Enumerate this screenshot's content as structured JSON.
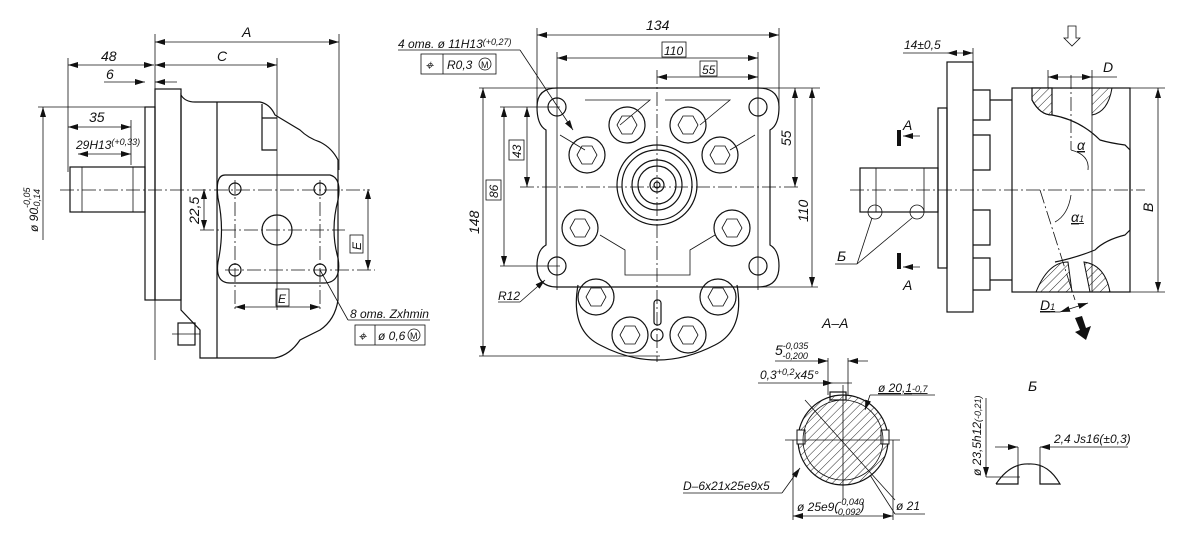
{
  "left_view": {
    "dim_A": "A",
    "dim_C": "C",
    "dim_48": "48",
    "dim_6": "6",
    "dim_35": "35",
    "dim_29": "29H13",
    "dim_29_tol": "(+0,33)",
    "dim_dia90": "ø 90",
    "dim_dia90_up": "-0,05",
    "dim_dia90_low": "-0,14",
    "dim_22_5": "22,5",
    "dim_E_v": "E",
    "dim_E_h": "E",
    "holes_note": "8 отв. Zxhmin",
    "holes_tol_symbol": "⌖",
    "holes_tol_value": "ø 0,6",
    "holes_tol_mod": "M"
  },
  "front_view": {
    "dim_134": "134",
    "dim_110_top": "110",
    "dim_55_top": "55",
    "dim_148": "148",
    "dim_86": "86",
    "dim_43": "43",
    "dim_55_right": "55",
    "dim_110_right": "110",
    "dim_R12": "R12",
    "holes_note": "4  отв.  ø 11H13",
    "holes_note_tol": "(+0,27)",
    "holes_tol_symbol": "⌖",
    "holes_tol_value": "R0,3",
    "holes_tol_mod": "M"
  },
  "right_view": {
    "dim_14": "14±0,5",
    "dim_D": "D",
    "dim_D1": "D",
    "dim_D1_sub": "1",
    "dim_B": "B",
    "angle_alpha": "α",
    "angle_alpha1": "α",
    "angle_alpha1_sub": "1",
    "section_mark_top": "A",
    "section_mark_bottom": "A",
    "detail_mark": "Б"
  },
  "section_AA": {
    "title": "A–A",
    "dim_5": "5",
    "dim_5_up": "-0,035",
    "dim_5_low": "-0,200",
    "chamfer": "0,3",
    "chamfer_tol": "+0,2",
    "chamfer_angle": "x45°",
    "dim_20_1": "ø 20,1",
    "dim_20_1_tol": "-0,7",
    "spline_spec": "D–6x21x25e9x5",
    "dim_25": "ø 25e9(",
    "dim_25_up": "-0,040",
    "dim_25_low": "-0,092",
    "dim_25_close": ")",
    "dim_21": "ø 21"
  },
  "detail_B": {
    "title": "Б",
    "dim_23_5": "ø 23,5h12",
    "dim_23_5_tol": "(-0,21)",
    "dim_2_4": "2,4 Js16(±0,3)"
  }
}
